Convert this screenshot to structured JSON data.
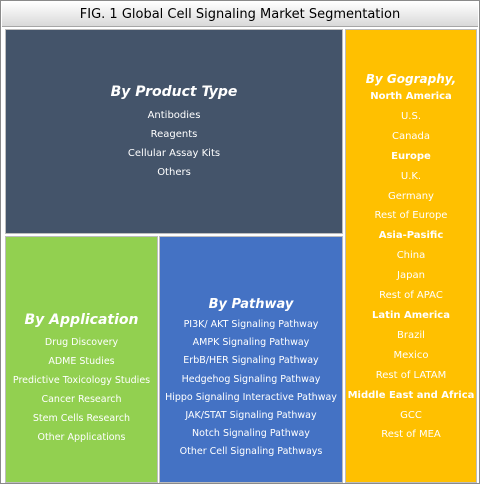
{
  "figure": {
    "title": "FIG. 1  Global Cell Signaling Market Segmentation"
  },
  "segments": {
    "product_type": {
      "title": "By Product Type",
      "items": [
        "Antibodies",
        "Reagents",
        "Cellular Assay Kits",
        "Others"
      ],
      "color": "#44546a"
    },
    "application": {
      "title": "By Application",
      "items": [
        "Drug Discovery",
        "ADME Studies",
        "Predictive Toxicology Studies",
        "Cancer Research",
        "Stem Cells Research",
        "Other Applications"
      ],
      "color": "#92d050"
    },
    "pathway": {
      "title": "By Pathway",
      "items": [
        "PI3K/ AKT Signaling Pathway",
        "AMPK Signaling Pathway",
        "ErbB/HER Signaling Pathway",
        "Hedgehog Signaling Pathway",
        "Hippo Signaling Interactive Pathway",
        "JAK/STAT Signaling Pathway",
        "Notch Signaling Pathway",
        "Other Cell Signaling Pathways"
      ],
      "color": "#4472c4"
    },
    "geography": {
      "title": "By Gography,",
      "color": "#ffc000",
      "regions": [
        {
          "name": "North America",
          "countries": [
            "U.S.",
            "Canada"
          ]
        },
        {
          "name": "Europe",
          "countries": [
            "U.K.",
            "Germany",
            "Rest of Europe"
          ]
        },
        {
          "name": "Asia-Pasific",
          "countries": [
            "China",
            "Japan",
            "Rest of APAC"
          ]
        },
        {
          "name": "Latin America",
          "countries": [
            "Brazil",
            "Mexico",
            "Rest of LATAM"
          ]
        },
        {
          "name": "Middle East and Africa",
          "countries": [
            "GCC",
            "Rest of MEA"
          ]
        }
      ]
    }
  }
}
